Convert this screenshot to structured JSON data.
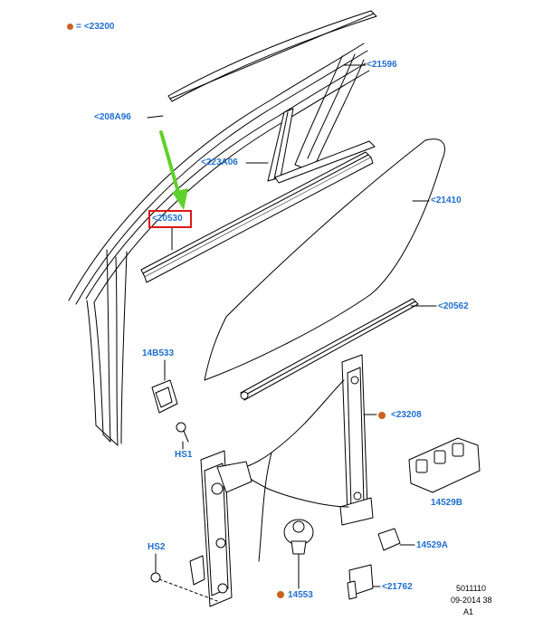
{
  "colors": {
    "label": "#1f6fd1",
    "dot": "#c8631f",
    "highlight_box": "#e01616",
    "arrow": "#5fd12b",
    "line": "#000000"
  },
  "legend": {
    "symbol": "=",
    "part": "<23200"
  },
  "labels": {
    "p21596": "<21596",
    "p208A96": "<208A96",
    "p223A06": "<223A06",
    "p21410": "<21410",
    "p20530": "<20530",
    "p20562": "<20562",
    "p14B533": "14B533",
    "p23208": "<23208",
    "hs1": "HS1",
    "p14529B": "14529B",
    "p14529A": "14529A",
    "hs2": "HS2",
    "p21762": "<21762",
    "p14553": "14553"
  },
  "reference": {
    "line1": "5011110",
    "line2": "09-2014 38",
    "line3": "A1"
  }
}
